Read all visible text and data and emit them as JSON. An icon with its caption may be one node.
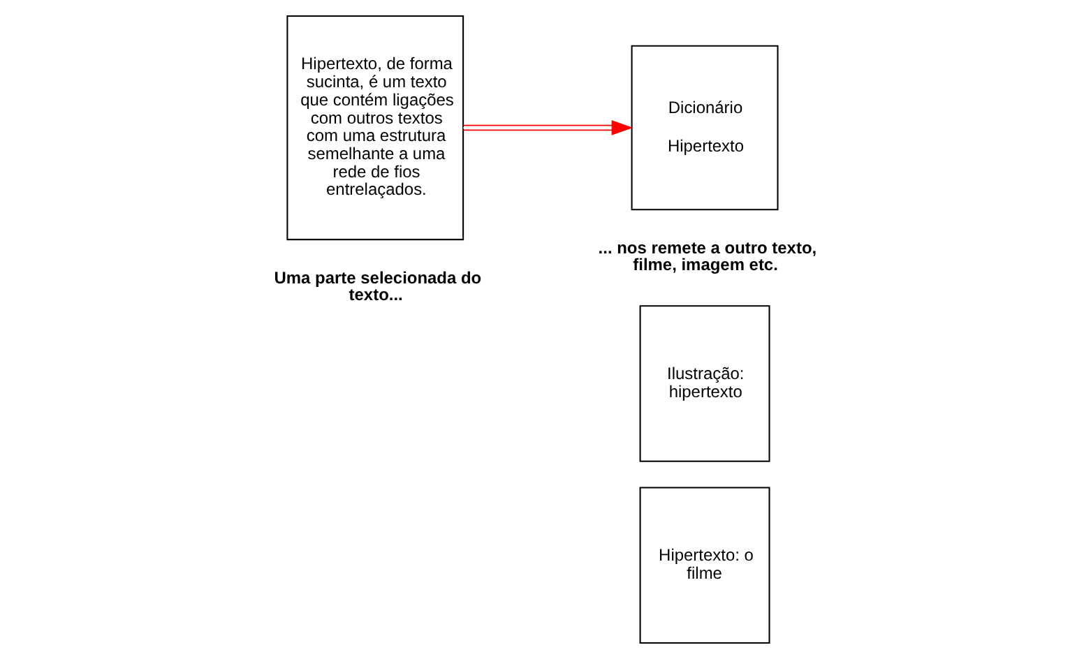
{
  "diagram": {
    "nodes": [
      {
        "text": [
          "Hipertexto, de forma sucinta, é um texto que contém ligações com outros textos com uma estrutura semelhante a uma rede de fios entrelaçados."
        ]
      },
      {
        "text": [
          "Dicionário",
          "Hipertexto"
        ]
      },
      {
        "text": [
          "Hipertexto: o filme"
        ]
      },
      {
        "text": [
          "Ilustração: hipertexto"
        ]
      }
    ],
    "edges": [
      {
        "from": 0,
        "to": 1,
        "arrow": "to",
        "color": "#ff0000"
      }
    ],
    "labels": [
      "Uma parte selecionada do texto...",
      "... nos remete a outro texto, filme, imagem etc."
    ]
  }
}
